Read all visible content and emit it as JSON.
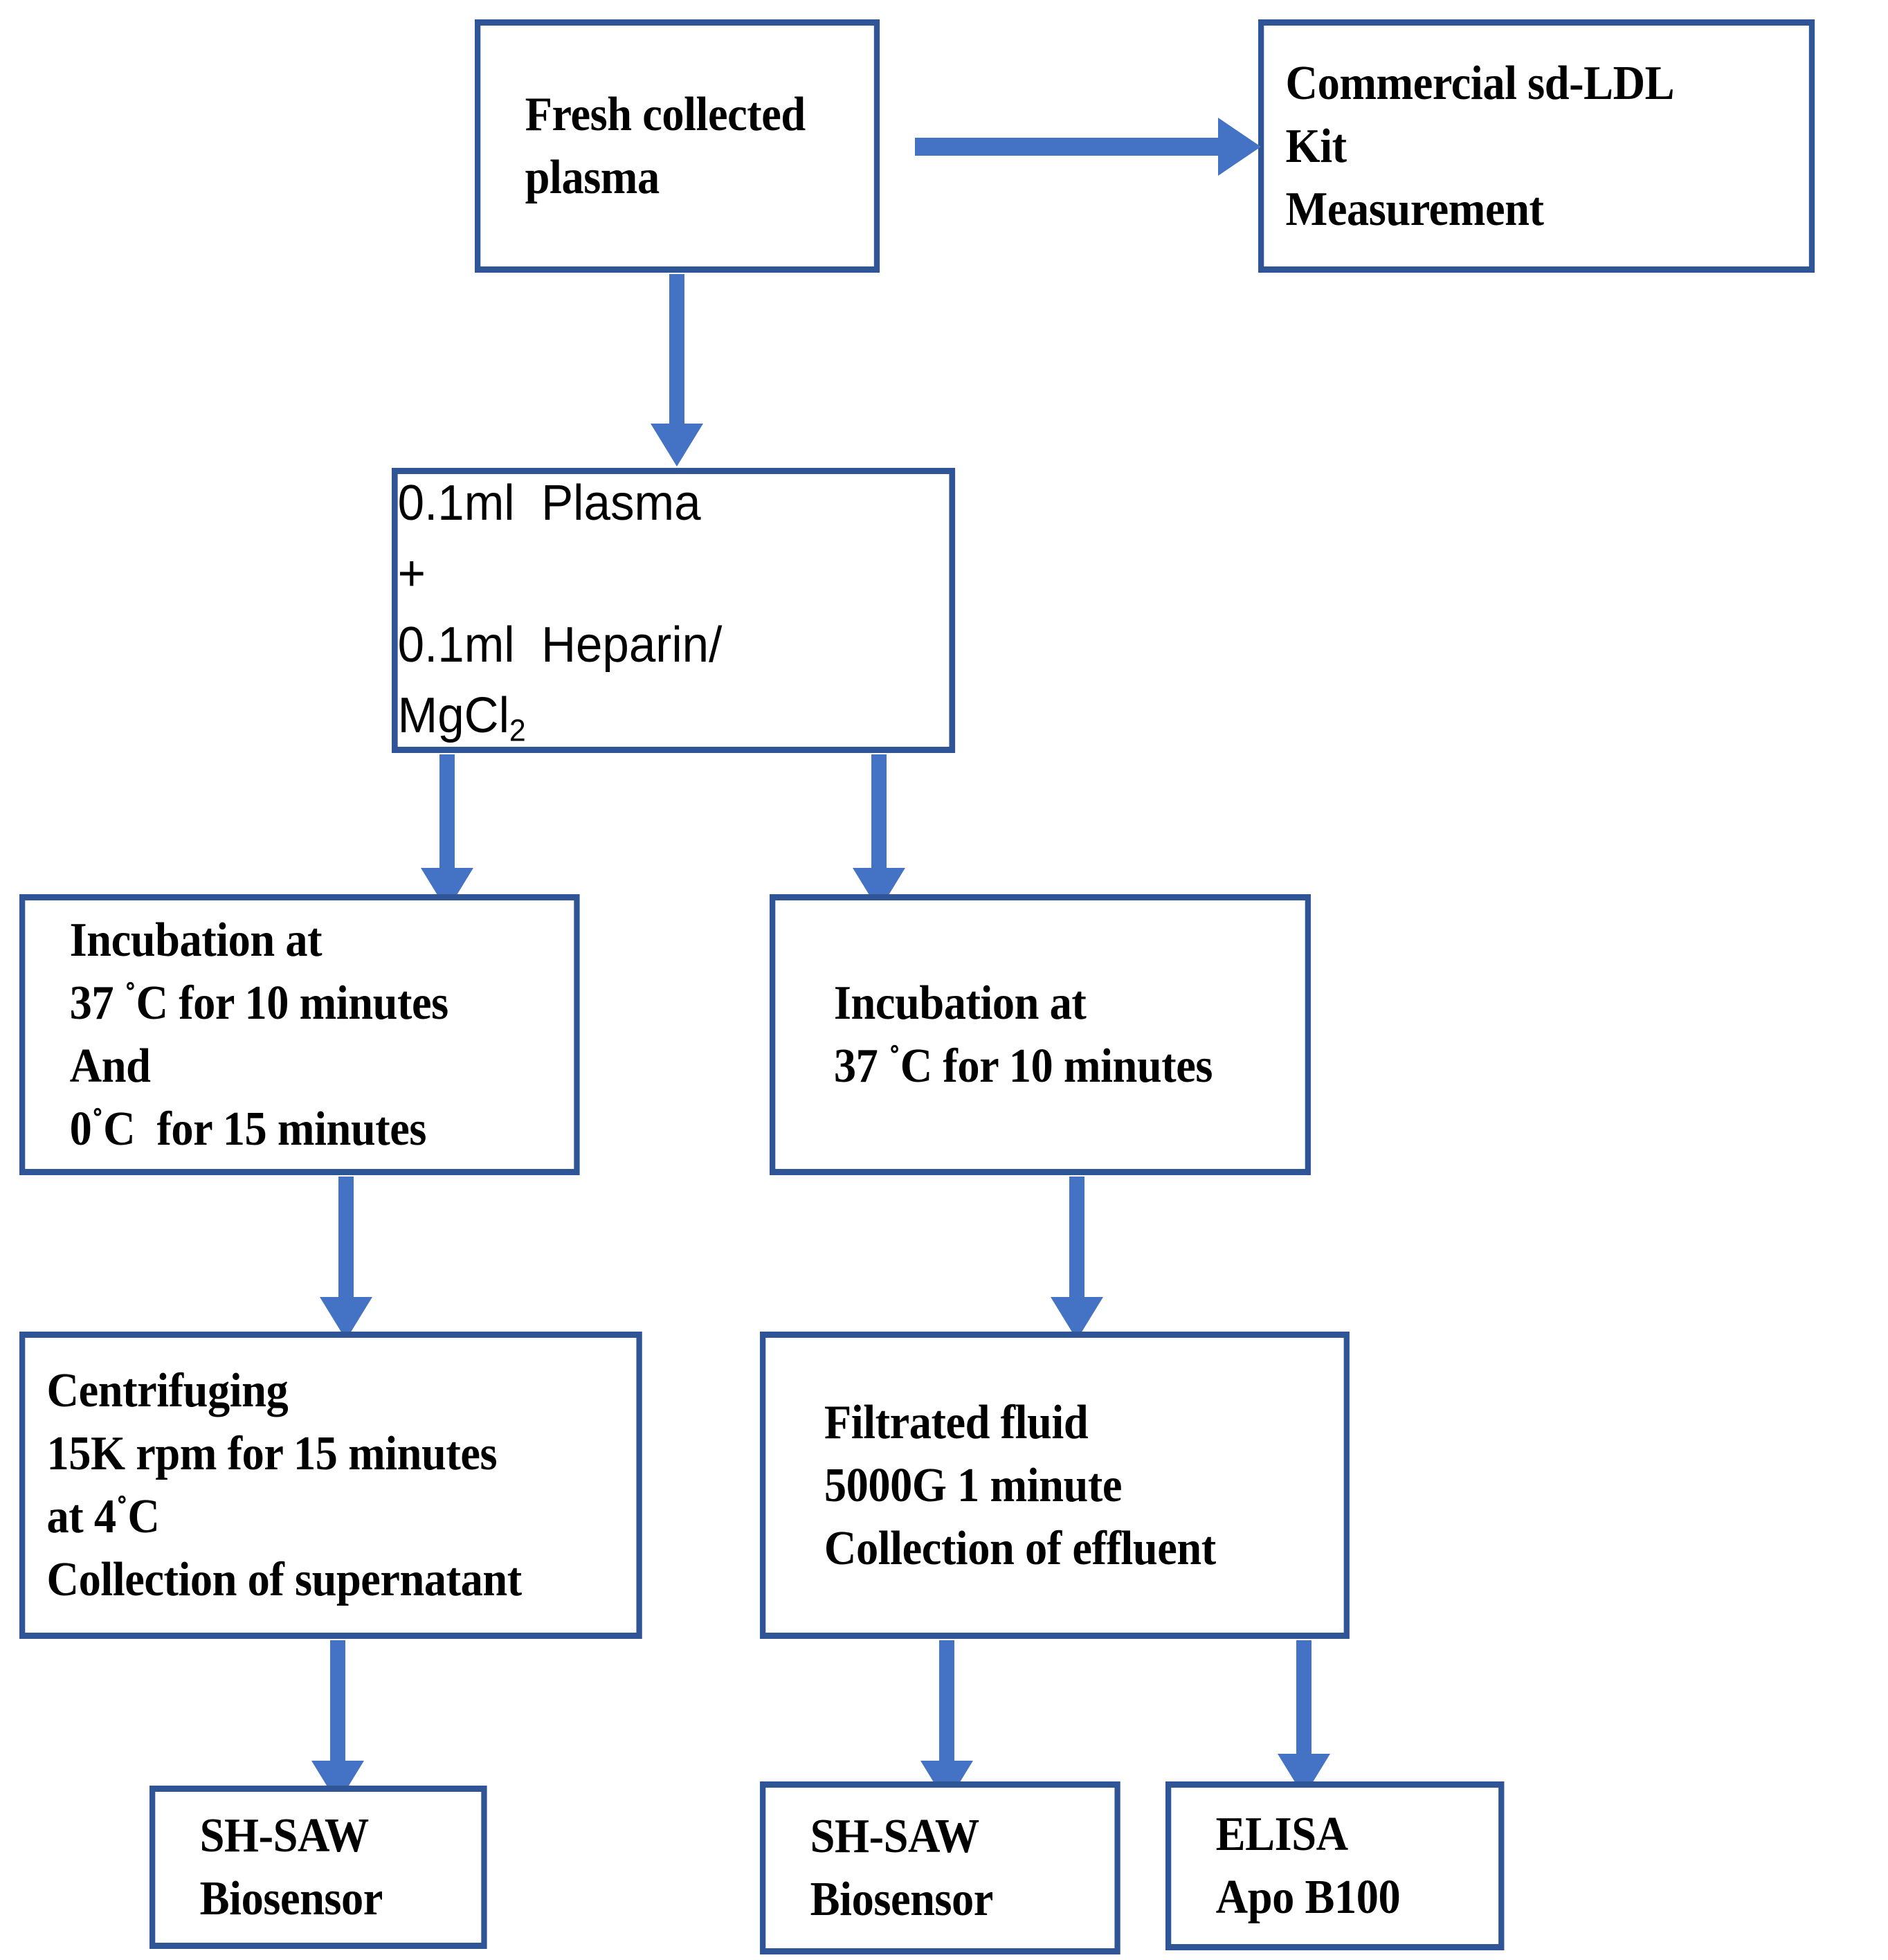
{
  "diagram": {
    "title": "sd-LDL plasma preparation and measurement workflow",
    "colors": {
      "box_border": "#2F5597",
      "box_fill": "#FFFFFF",
      "arrow": "#4472C4",
      "text": "#000000"
    },
    "nodes": {
      "fresh_plasma": {
        "lines": [
          "Fresh collected",
          "plasma"
        ]
      },
      "commercial_kit": {
        "lines": [
          "Commercial sd-LDL",
          "Kit",
          "Measurement"
        ]
      },
      "mixture": {
        "line1": "0.1ml  Plasma",
        "line2": "+",
        "line3": "0.1ml  Heparin/",
        "line4_prefix": "MgCl",
        "line4_sub": "2"
      },
      "incubation_left": {
        "line1": "Incubation at",
        "line2_a": "37 ",
        "line2_deg": "˚",
        "line2_b": "C for 10 minutes",
        "line3": "And",
        "line4_a": "0",
        "line4_deg": "˚",
        "line4_b": "C  for 15 minutes"
      },
      "incubation_right": {
        "line1": "Incubation at",
        "line2_a": "37 ",
        "line2_deg": "˚",
        "line2_b": "C for 10 minutes"
      },
      "centrifuging": {
        "line1": "Centrifuging",
        "line2": "15K rpm for 15 minutes",
        "line3_a": "at 4",
        "line3_deg": "˚",
        "line3_b": "C",
        "line4": "Collection of supernatant"
      },
      "filtrated_fluid": {
        "line1": "Filtrated fluid",
        "line2": "5000G 1 minute",
        "line3": "Collection of effluent"
      },
      "biosensor_left": {
        "lines": [
          "SH-SAW",
          "Biosensor"
        ]
      },
      "biosensor_mid": {
        "lines": [
          "SH-SAW",
          "Biosensor"
        ]
      },
      "elisa": {
        "lines": [
          "ELISA",
          "Apo B100"
        ]
      }
    },
    "edges": [
      {
        "from": "fresh_plasma",
        "to": "commercial_kit",
        "direction": "right"
      },
      {
        "from": "fresh_plasma",
        "to": "mixture",
        "direction": "down"
      },
      {
        "from": "mixture",
        "to": "incubation_left",
        "direction": "down"
      },
      {
        "from": "mixture",
        "to": "incubation_right",
        "direction": "down"
      },
      {
        "from": "incubation_left",
        "to": "centrifuging",
        "direction": "down"
      },
      {
        "from": "incubation_right",
        "to": "filtrated_fluid",
        "direction": "down"
      },
      {
        "from": "centrifuging",
        "to": "biosensor_left",
        "direction": "down"
      },
      {
        "from": "filtrated_fluid",
        "to": "biosensor_mid",
        "direction": "down"
      },
      {
        "from": "filtrated_fluid",
        "to": "elisa",
        "direction": "down"
      }
    ]
  }
}
